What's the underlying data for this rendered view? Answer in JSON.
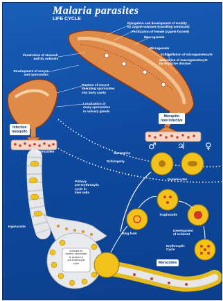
{
  "title": "Malaria parasites",
  "subtitle": "LIFE CYCLE",
  "labels": {
    "elongation": "Elongation and development of motility",
    "zygote": "by Zygote-ookinete (travelling vermicule)",
    "fertilization": "Fertilization of female (zygote formed)",
    "macrogamete": "Macrogamete",
    "penetration1": "Penetration of stomach",
    "penetration2": "wall by ookinete",
    "microgamete": "Microgamete",
    "exflagellation": "Exflagellation of microgametocyte",
    "maturation1": "Maturation of macrogametocyte",
    "maturation2": "by reductive division",
    "development1": "Development of oocyte",
    "development2": "and sporozoites",
    "rupture1": "Rupture of oocyst",
    "rupture2": "liberating sporozoites",
    "rupture3": "into body cavity",
    "localization1": "Localization of",
    "localization2": "many sporozoites",
    "localization3": "in salivary glands",
    "mosquito_infective1": "Mosquito",
    "mosquito_infective2": "now infective",
    "infective_mosquito1": "Infective",
    "infective_mosquito2": "mosquito",
    "sporogony": "Sporogony",
    "schizogony": "Schizogony",
    "sporozoites": "Sporozoites",
    "gametocytes": "Gametocytes",
    "pre1": "Primary",
    "pre2": "pre-erythrocytic",
    "pre3": "cycle in",
    "pre4": "liver cells",
    "ring": "Ring form",
    "trophozoite": "Trophozoite",
    "schizont1": "Development",
    "schizont2": "of schizont",
    "erythro1": "Erythrocytic",
    "erythro2": "Cycle",
    "hypnozoite": "Hypnozoite",
    "merozoites": "Merozoites",
    "dormant1": "Dormant for",
    "dormant2": "months, reactivates",
    "dormant3": "to produce a",
    "dormant4": "pre-erythrocytic",
    "dormant5": "cycle"
  },
  "symbols": {
    "male": "♂",
    "female": "♀",
    "other": "♃"
  },
  "colors": {
    "background": "#1553a8",
    "gut": "#e08a4a",
    "cell_yellow": "#f2c21a",
    "cell_red": "#d2382a",
    "liver": "#d9dbe0"
  }
}
